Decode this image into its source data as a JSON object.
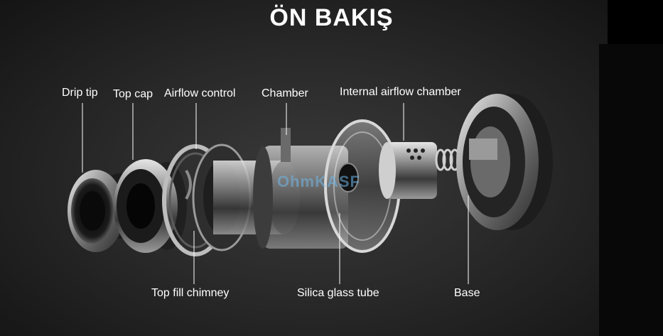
{
  "title": "ÖN BAKIŞ",
  "labels": {
    "drip_tip": "Drip tip",
    "top_cap": "Top cap",
    "airflow_control": "Airflow control",
    "chamber": "Chamber",
    "internal_airflow_chamber": "Internal airflow chamber",
    "top_fill_chimney": "Top fill chimney",
    "silica_glass_tube": "Silica glass tube",
    "base": "Base"
  },
  "watermark": "OhmKASF",
  "colors": {
    "background": "#2a2a2a",
    "text": "#ffffff",
    "leader_line": "#ffffff",
    "metal_dark": "#2b2b2b",
    "metal_light": "#c8c8c8",
    "watermark": "#6fb7e8"
  }
}
